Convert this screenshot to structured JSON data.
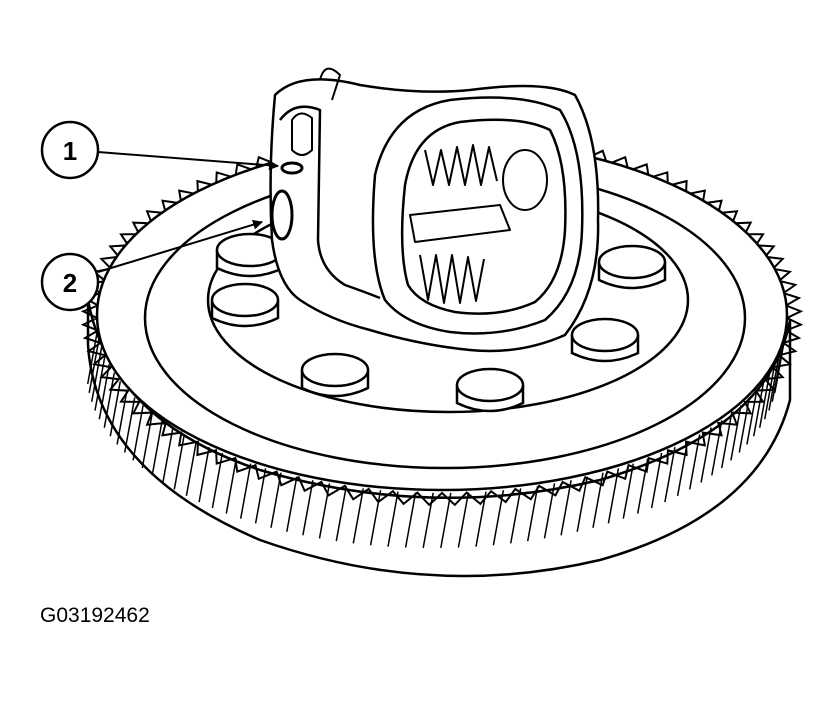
{
  "callouts": [
    {
      "number": "1",
      "target": "retaining-clip"
    },
    {
      "number": "2",
      "target": "o-ring"
    }
  ],
  "figure_id": "G03192462",
  "colors": {
    "line": "#000000",
    "background": "#ffffff"
  }
}
